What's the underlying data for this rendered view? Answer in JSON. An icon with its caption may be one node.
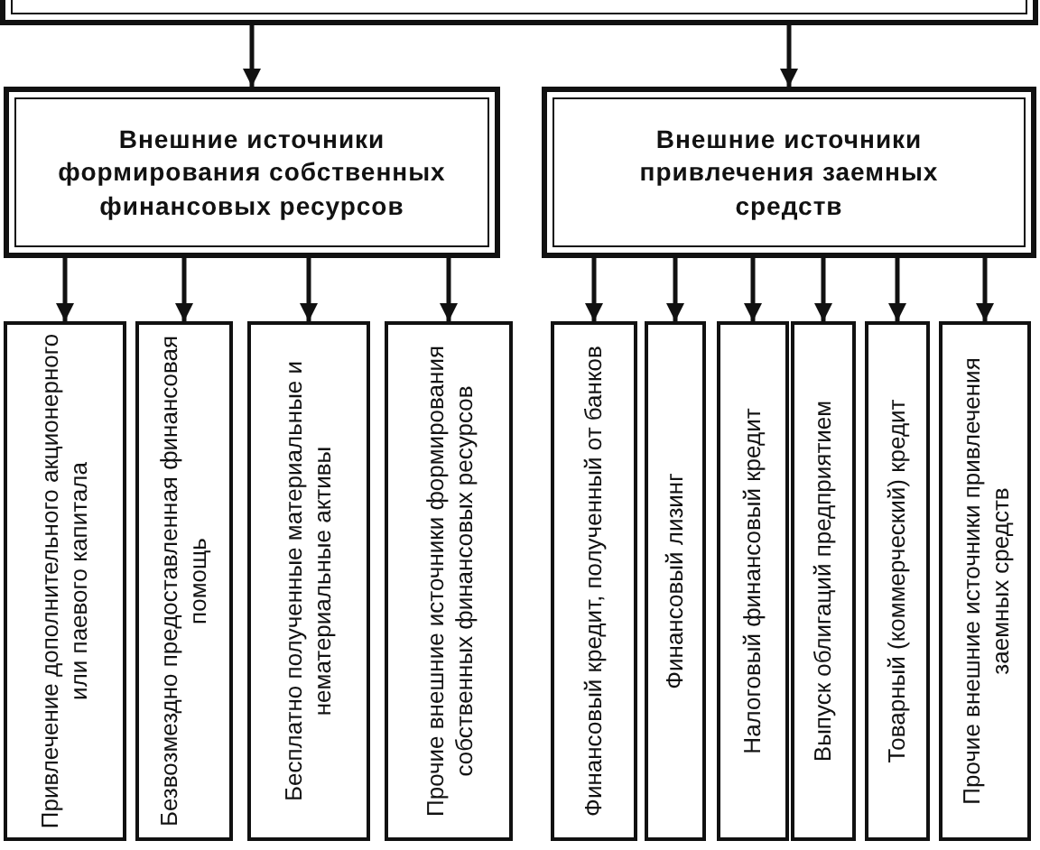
{
  "diagram": {
    "nodes": [
      {
        "text": [],
        "shape": "box"
      },
      {
        "text": [
          "Внешние источники формирования собственных финансовых ресурсов"
        ]
      },
      {
        "text": [
          "Внешние источники привлечения заемных средств"
        ]
      },
      {
        "text": [
          "Привлечение дополнительного акционерного или паевого капитала"
        ]
      },
      {
        "text": [
          "Безвозмездно предоставленная финансовая помощь"
        ]
      },
      {
        "text": [
          "Бесплатно полученные материальные и нематериальные активы"
        ]
      },
      {
        "text": [
          "Прочие внешние источники формирования собственных финансовых ресурсов"
        ]
      },
      {
        "text": [
          "Финансовый кредит, полученный от банков"
        ]
      },
      {
        "text": [
          "Финансовый лизинг"
        ]
      },
      {
        "text": [
          "Налоговый финансовый кредит"
        ]
      },
      {
        "text": [
          "Выпуск облигаций предприятием"
        ]
      },
      {
        "text": [
          "Товарный (коммерческий) кредит"
        ]
      },
      {
        "text": [
          "Прочие внешние источники привлечения заемных средств"
        ]
      }
    ],
    "edges": [
      {
        "from": 0,
        "to": 1,
        "arrow": "to"
      },
      {
        "from": 0,
        "to": 2,
        "arrow": "to"
      },
      {
        "from": 1,
        "to": 3,
        "arrow": "to"
      },
      {
        "from": 1,
        "to": 4,
        "arrow": "to"
      },
      {
        "from": 1,
        "to": 5,
        "arrow": "to"
      },
      {
        "from": 1,
        "to": 6,
        "arrow": "to"
      },
      {
        "from": 2,
        "to": 7,
        "arrow": "to"
      },
      {
        "from": 2,
        "to": 8,
        "arrow": "to"
      },
      {
        "from": 2,
        "to": 9,
        "arrow": "to"
      },
      {
        "from": 2,
        "to": 10,
        "arrow": "to"
      },
      {
        "from": 2,
        "to": 11,
        "arrow": "to"
      },
      {
        "from": 2,
        "to": 12,
        "arrow": "to"
      }
    ]
  }
}
